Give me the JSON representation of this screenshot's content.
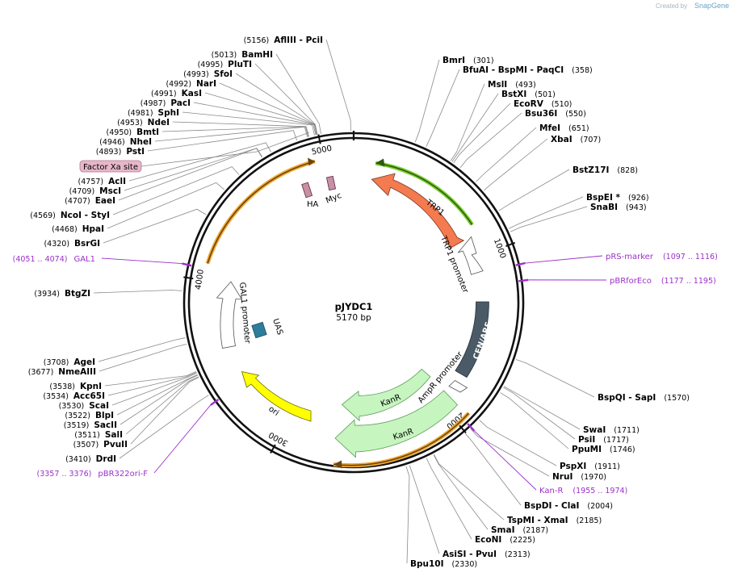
{
  "watermark": {
    "prefix": "Created by",
    "brand": "SnapGene"
  },
  "plasmid": {
    "name": "pJYDC1",
    "length_label": "5170 bp",
    "length": 5170
  },
  "ticks": [
    {
      "bp": 1000,
      "label": "1000"
    },
    {
      "bp": 2000,
      "label": "2000"
    },
    {
      "bp": 3000,
      "label": "3000"
    },
    {
      "bp": 4000,
      "label": "4000"
    },
    {
      "bp": 5000,
      "label": "5000"
    }
  ],
  "right_sites": [
    {
      "name": "BmrI",
      "position": "(301)",
      "bp": 301
    },
    {
      "name": "BfuAI - BspMI - PaqCI",
      "position": "(358)",
      "bp": 358
    },
    {
      "name": "MslI",
      "position": "(493)",
      "bp": 493
    },
    {
      "name": "BstXI",
      "position": "(501)",
      "bp": 501
    },
    {
      "name": "EcoRV",
      "position": "(510)",
      "bp": 510
    },
    {
      "name": "Bsu36I",
      "position": "(550)",
      "bp": 550
    },
    {
      "name": "MfeI",
      "position": "(651)",
      "bp": 651
    },
    {
      "name": "XbaI",
      "position": "(707)",
      "bp": 707
    },
    {
      "name": "BstZ17I",
      "position": "(828)",
      "bp": 828
    },
    {
      "name": "BspEI *",
      "position": "(926)",
      "bp": 926
    },
    {
      "name": "SnaBI",
      "position": "(943)",
      "bp": 943
    },
    {
      "name": "BspQI - SapI",
      "position": "(1570)",
      "bp": 1570
    },
    {
      "name": "SwaI",
      "position": "(1711)",
      "bp": 1711
    },
    {
      "name": "PsiI",
      "position": "(1717)",
      "bp": 1717
    },
    {
      "name": "PpuMI",
      "position": "(1746)",
      "bp": 1746
    },
    {
      "name": "PspXI",
      "position": "(1911)",
      "bp": 1911
    },
    {
      "name": "NruI",
      "position": "(1970)",
      "bp": 1970
    },
    {
      "name": "BspDI - ClaI",
      "position": "(2004)",
      "bp": 2004
    },
    {
      "name": "TspMI - XmaI",
      "position": "(2185)",
      "bp": 2185
    },
    {
      "name": "SmaI",
      "position": "(2187)",
      "bp": 2187
    },
    {
      "name": "EcoNI",
      "position": "(2225)",
      "bp": 2225
    },
    {
      "name": "AsiSI - PvuI",
      "position": "(2313)",
      "bp": 2313
    },
    {
      "name": "Bpu10I",
      "position": "(2330)",
      "bp": 2330
    }
  ],
  "left_sites": [
    {
      "name": "AflIII - PciI",
      "position": "(5156)",
      "bp": 5156
    },
    {
      "name": "BamHI",
      "position": "(5013)",
      "bp": 5013
    },
    {
      "name": "PluTI",
      "position": "(4995)",
      "bp": 4995
    },
    {
      "name": "SfoI",
      "position": "(4993)",
      "bp": 4993
    },
    {
      "name": "NarI",
      "position": "(4992)",
      "bp": 4992
    },
    {
      "name": "KasI",
      "position": "(4991)",
      "bp": 4991
    },
    {
      "name": "PacI",
      "position": "(4987)",
      "bp": 4987
    },
    {
      "name": "SphI",
      "position": "(4981)",
      "bp": 4981
    },
    {
      "name": "NdeI",
      "position": "(4953)",
      "bp": 4953
    },
    {
      "name": "BmtI",
      "position": "(4950)",
      "bp": 4950
    },
    {
      "name": "NheI",
      "position": "(4946)",
      "bp": 4946
    },
    {
      "name": "PstI",
      "position": "(4893)",
      "bp": 4893
    },
    {
      "name": "AclI",
      "position": "(4757)",
      "bp": 4757
    },
    {
      "name": "MscI",
      "position": "(4709)",
      "bp": 4709
    },
    {
      "name": "EaeI",
      "position": "(4707)",
      "bp": 4707
    },
    {
      "name": "NcoI - StyI",
      "position": "(4569)",
      "bp": 4569
    },
    {
      "name": "HpaI",
      "position": "(4468)",
      "bp": 4468
    },
    {
      "name": "BsrGI",
      "position": "(4320)",
      "bp": 4320
    },
    {
      "name": "BtgZI",
      "position": "(3934)",
      "bp": 3934
    },
    {
      "name": "AgeI",
      "position": "(3708)",
      "bp": 3708
    },
    {
      "name": "NmeAIII",
      "position": "(3677)",
      "bp": 3677
    },
    {
      "name": "KpnI",
      "position": "(3538)",
      "bp": 3538
    },
    {
      "name": "Acc65I",
      "position": "(3534)",
      "bp": 3534
    },
    {
      "name": "ScaI",
      "position": "(3530)",
      "bp": 3530
    },
    {
      "name": "BlpI",
      "position": "(3522)",
      "bp": 3522
    },
    {
      "name": "SacII",
      "position": "(3519)",
      "bp": 3519
    },
    {
      "name": "SalI",
      "position": "(3511)",
      "bp": 3511
    },
    {
      "name": "PvuII",
      "position": "(3507)",
      "bp": 3507
    },
    {
      "name": "DrdI",
      "position": "(3410)",
      "bp": 3410
    }
  ],
  "primers": [
    {
      "range": "(1097 .. 1116)",
      "name": "pRS-marker",
      "bp": 1106
    },
    {
      "range": "(1177 .. 1195)",
      "name": "pBRforEco",
      "bp": 1186
    },
    {
      "range": "(1955 .. 1974)",
      "name": "Kan-R",
      "bp": 1964
    },
    {
      "range": "(3357 .. 3376)",
      "name": "pBR322ori-F",
      "bp": 3366
    },
    {
      "range": "(4051 .. 4074)",
      "name": "GAL1",
      "bp": 4062
    }
  ],
  "features": [
    {
      "name": "TRP1",
      "color": "#f47a50"
    },
    {
      "name": "TRP1 promoter",
      "color": "#ffffff"
    },
    {
      "name": "CEN/ARS",
      "color": "#4a5a66"
    },
    {
      "name": "AmpR promoter",
      "color": "#ffffff"
    },
    {
      "name": "KanR",
      "color": "#c6f5c0"
    },
    {
      "name": "ori",
      "color": "#ffff00"
    },
    {
      "name": "GAL1 promoter",
      "color": "#ffffff"
    },
    {
      "name": "UAS",
      "color": "#2e7d9a"
    },
    {
      "name": "HA",
      "color": "#c98fa6"
    },
    {
      "name": "Myc",
      "color": "#c98fa6"
    },
    {
      "name": "Factor Xa site",
      "color": "#e6b7c8"
    }
  ],
  "colors": {
    "backbone": "#111111",
    "primer": "#9b30c8",
    "orf_arc": "#f0a830",
    "trp_arc": "#7ccf2e"
  }
}
